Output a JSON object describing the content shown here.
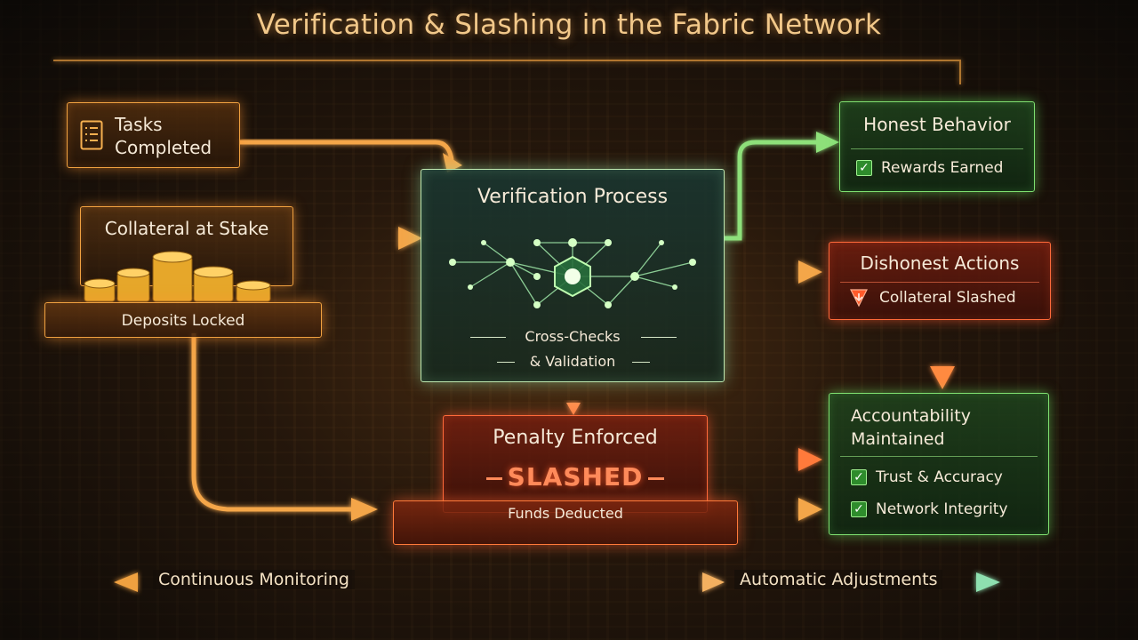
{
  "title": "Verification & Slashing in the Fabric Network",
  "tasks": {
    "line1": "Tasks",
    "line2": "Completed",
    "icon": "document-list-icon"
  },
  "collateral": {
    "label": "Collateral at Stake",
    "base_label": "Deposits Locked",
    "icon": "gold-coin-stack-icon"
  },
  "verification": {
    "title": "Verification Process",
    "line1": "Cross-Checks",
    "line2": "& Validation",
    "icon": "network-graph-icon"
  },
  "honest": {
    "title": "Honest Behavior",
    "item": "Rewards Earned"
  },
  "dishonest": {
    "title": "Dishonest Actions",
    "item": "Collateral Slashed"
  },
  "penalty": {
    "title": "Penalty Enforced",
    "stamp": "SLASHED",
    "base_label": "Funds Deducted"
  },
  "accountability": {
    "line1": "Accountability",
    "line2": "Maintained",
    "items": [
      "Trust & Accuracy",
      "Network Integrity"
    ]
  },
  "footer": {
    "left": "Continuous Monitoring",
    "right": "Automatic Adjustments"
  },
  "colors": {
    "orange": "#f0a140",
    "green": "#7fe070",
    "red": "#ff6a3a",
    "title": "#f2c88a"
  }
}
